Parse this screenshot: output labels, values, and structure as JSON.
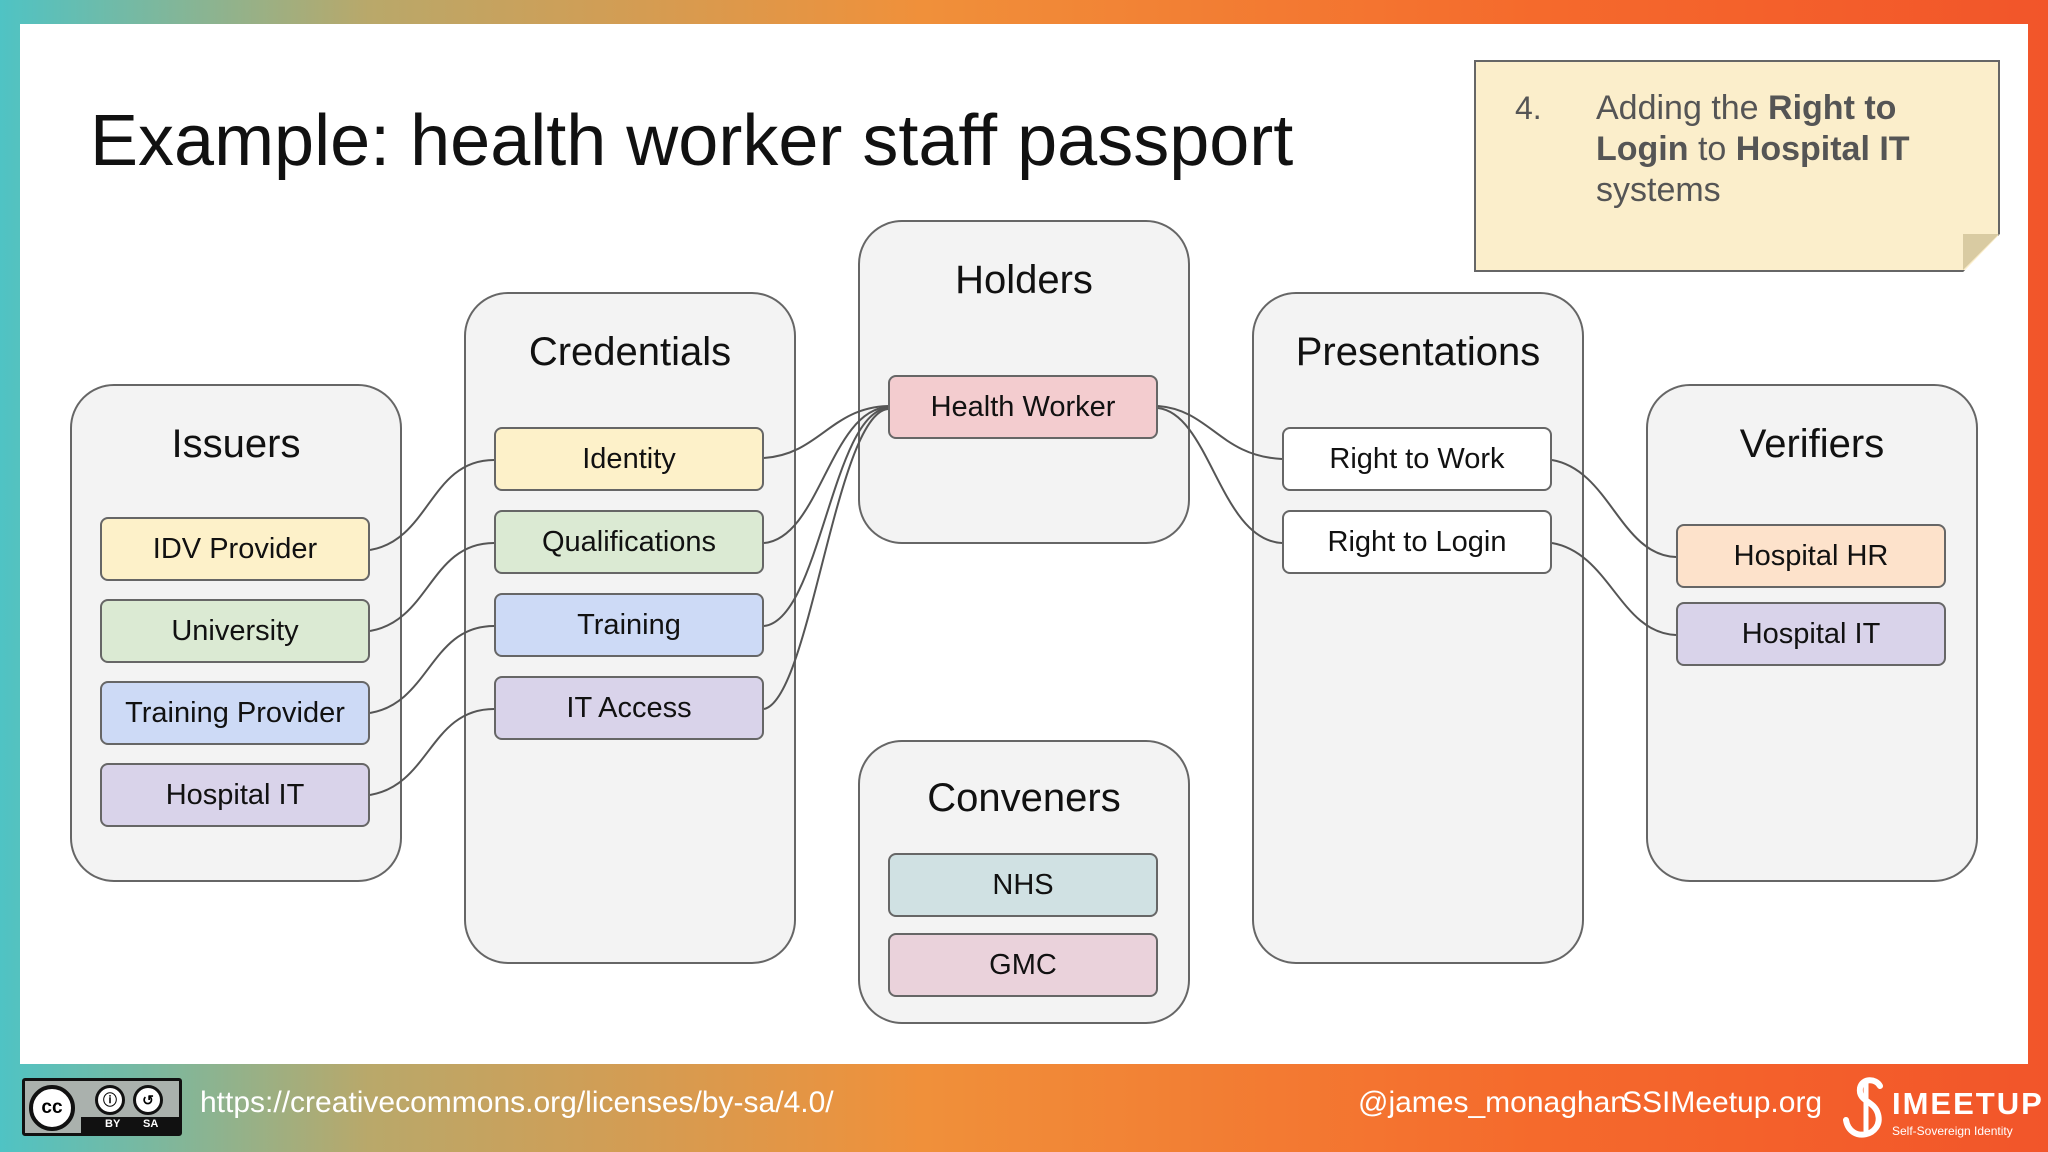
{
  "title": "Example: health worker staff passport",
  "note": {
    "number": "4.",
    "text_parts": [
      "Adding the ",
      "Right to Login",
      " to ",
      "Hospital IT",
      " systems"
    ]
  },
  "groups": {
    "issuers": {
      "title": "Issuers",
      "items": [
        "IDV Provider",
        "University",
        "Training Provider",
        "Hospital IT"
      ]
    },
    "credentials": {
      "title": "Credentials",
      "items": [
        "Identity",
        "Qualifications",
        "Training",
        "IT Access"
      ]
    },
    "holders": {
      "title": "Holders",
      "items": [
        "Health Worker"
      ]
    },
    "conveners": {
      "title": "Conveners",
      "items": [
        "NHS",
        "GMC"
      ]
    },
    "presentations": {
      "title": "Presentations",
      "items": [
        "Right to Work",
        "Right to Login"
      ]
    },
    "verifiers": {
      "title": "Verifiers",
      "items": [
        "Hospital HR",
        "Hospital IT"
      ]
    }
  },
  "colors": {
    "yellow": "#fdf1c9",
    "green": "#dbead3",
    "blue": "#cddaf6",
    "purple": "#d9d3ea",
    "pink": "#f3cccf",
    "peach": "#fde2cb",
    "teal": "#d0e1e3",
    "mauve": "#ead2db"
  },
  "footer": {
    "license_url": "https://creativecommons.org/licenses/by-sa/4.0/",
    "cc_label": "cc",
    "by_label": "BY",
    "sa_label": "SA",
    "handle": "@james_monaghan",
    "site": "SSIMeetup.org",
    "logo_text": "IMEETUP",
    "logo_sub": "Self-Sovereign Identity"
  }
}
